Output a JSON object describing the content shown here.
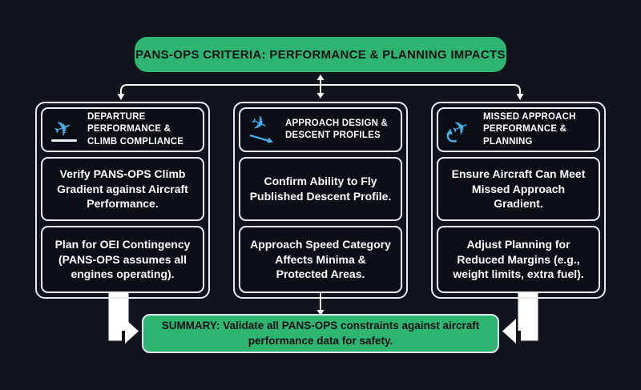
{
  "colors": {
    "background": "#10151d",
    "box_fill": "#0a0f16",
    "box_border": "#e9edf2",
    "accent_green": "#2db571",
    "dark_text": "#0c1117",
    "icon_blue": "#45aee8",
    "connector_white": "#ffffff"
  },
  "banner": {
    "title": "PANS-OPS CRITERIA: PERFORMANCE & PLANNING IMPACTS"
  },
  "columns": [
    {
      "icon": "departure-plane-icon",
      "title": "DEPARTURE PERFORMANCE & CLIMB COMPLIANCE",
      "boxes": [
        "Verify PANS-OPS Climb Gradient against Aircraft Performance.",
        "Plan for OEI Contingency (PANS-OPS assumes all engines operating)."
      ]
    },
    {
      "icon": "descent-plane-icon",
      "title": "APPROACH DESIGN & DESCENT PROFILES",
      "boxes": [
        "Confirm Ability to Fly Published Descent Profile.",
        "Approach Speed Category Affects Minima & Protected Areas."
      ]
    },
    {
      "icon": "missed-approach-plane-icon",
      "title": "MISSED APPROACH PERFORMANCE & PLANNING",
      "boxes": [
        "Ensure Aircraft Can Meet Missed Approach Gradient.",
        "Adjust Planning for Reduced Margins (e.g., weight limits, extra fuel)."
      ]
    }
  ],
  "summary": {
    "label": "SUMMARY:",
    "text": " Validate all PANS-OPS constraints against aircraft performance data for safety."
  }
}
